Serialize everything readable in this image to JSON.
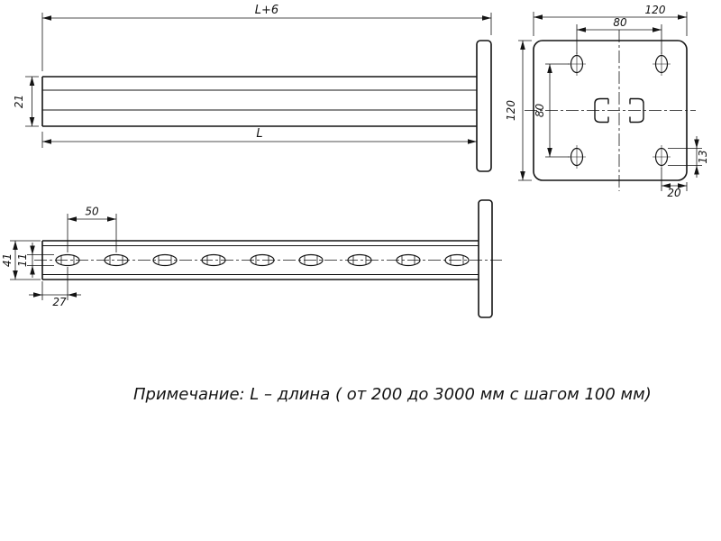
{
  "note": {
    "text": "Примечание: L – длина ( от 200 до 3000 мм с шагом 100 мм)"
  },
  "side_view": {
    "dim_overall_length": "L+6",
    "dim_profile_height": "21",
    "dim_length": "L"
  },
  "end_plate_view": {
    "dim_plate_width": "120",
    "dim_hole_spacing_horizontal": "80",
    "dim_plate_height": "120",
    "dim_hole_spacing_vertical": "80",
    "dim_slot_height": "13",
    "dim_hole_to_edge": "20"
  },
  "plan_view": {
    "dim_slot_pitch": "50",
    "dim_profile_width": "41",
    "dim_slot_width": "11",
    "dim_first_slot_offset": "27"
  },
  "colors": {
    "line": "#141414",
    "background": "#ffffff"
  }
}
